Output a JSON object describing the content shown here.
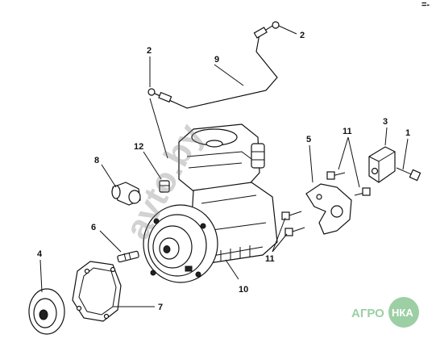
{
  "corner_mark": "=-",
  "callouts": {
    "c1": "1",
    "c2a": "2",
    "c2b": "2",
    "c3": "3",
    "c4": "4",
    "c5": "5",
    "c6": "6",
    "c7": "7",
    "c8": "8",
    "c9": "9",
    "c10": "10",
    "c11a": "11",
    "c11b": "11",
    "c12": "12"
  },
  "watermark": "avto.by",
  "logo": {
    "prefix": "АГРО",
    "suffix": "НКА",
    "color": "#9ccfa4"
  }
}
